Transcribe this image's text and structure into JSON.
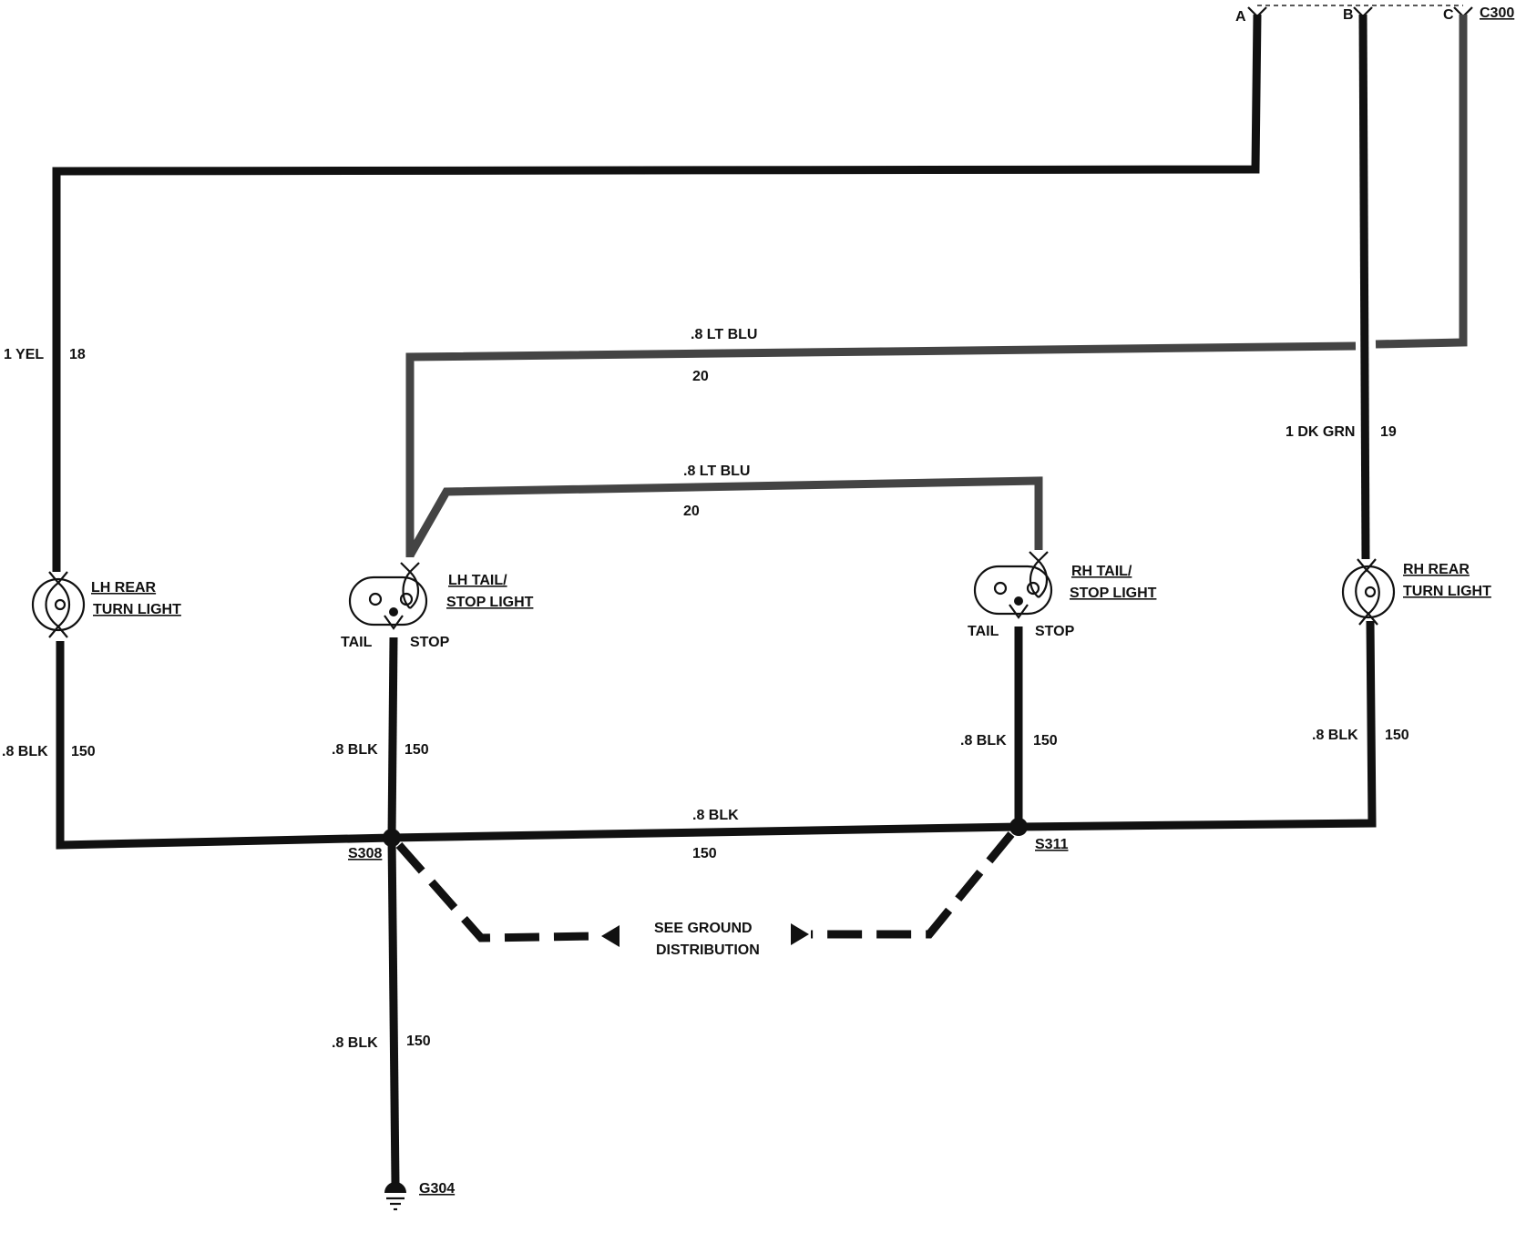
{
  "connector": {
    "name": "C300",
    "pins": [
      "A",
      "B",
      "C"
    ]
  },
  "wires": {
    "yellow": {
      "color": "1 YEL",
      "circuit": "18"
    },
    "ltblu_upper": {
      "color": ".8 LT BLU",
      "circuit": "20"
    },
    "ltblu_lower": {
      "color": ".8 LT BLU",
      "circuit": "20"
    },
    "dkgrn": {
      "color": "1 DK GRN",
      "circuit": "19"
    },
    "blk_lh_turn": {
      "color": ".8 BLK",
      "circuit": "150"
    },
    "blk_lh_tail": {
      "color": ".8 BLK",
      "circuit": "150"
    },
    "blk_rh_tail": {
      "color": ".8 BLK",
      "circuit": "150"
    },
    "blk_rh_turn": {
      "color": ".8 BLK",
      "circuit": "150"
    },
    "blk_bus": {
      "color": ".8 BLK",
      "circuit": "150"
    },
    "blk_ground": {
      "color": ".8 BLK",
      "circuit": "150"
    }
  },
  "components": {
    "lh_turn": {
      "line1": "LH REAR",
      "line2": "TURN LIGHT"
    },
    "lh_tail": {
      "line1": "LH TAIL/",
      "line2": "STOP LIGHT",
      "tail": "TAIL",
      "stop": "STOP"
    },
    "rh_tail": {
      "line1": "RH TAIL/",
      "line2": "STOP LIGHT",
      "tail": "TAIL",
      "stop": "STOP"
    },
    "rh_turn": {
      "line1": "RH REAR",
      "line2": "TURN LIGHT"
    }
  },
  "splices": {
    "left": "S308",
    "right": "S311"
  },
  "ground": {
    "name": "G304"
  },
  "ground_note": {
    "line1": "SEE GROUND",
    "line2": "DISTRIBUTION"
  }
}
